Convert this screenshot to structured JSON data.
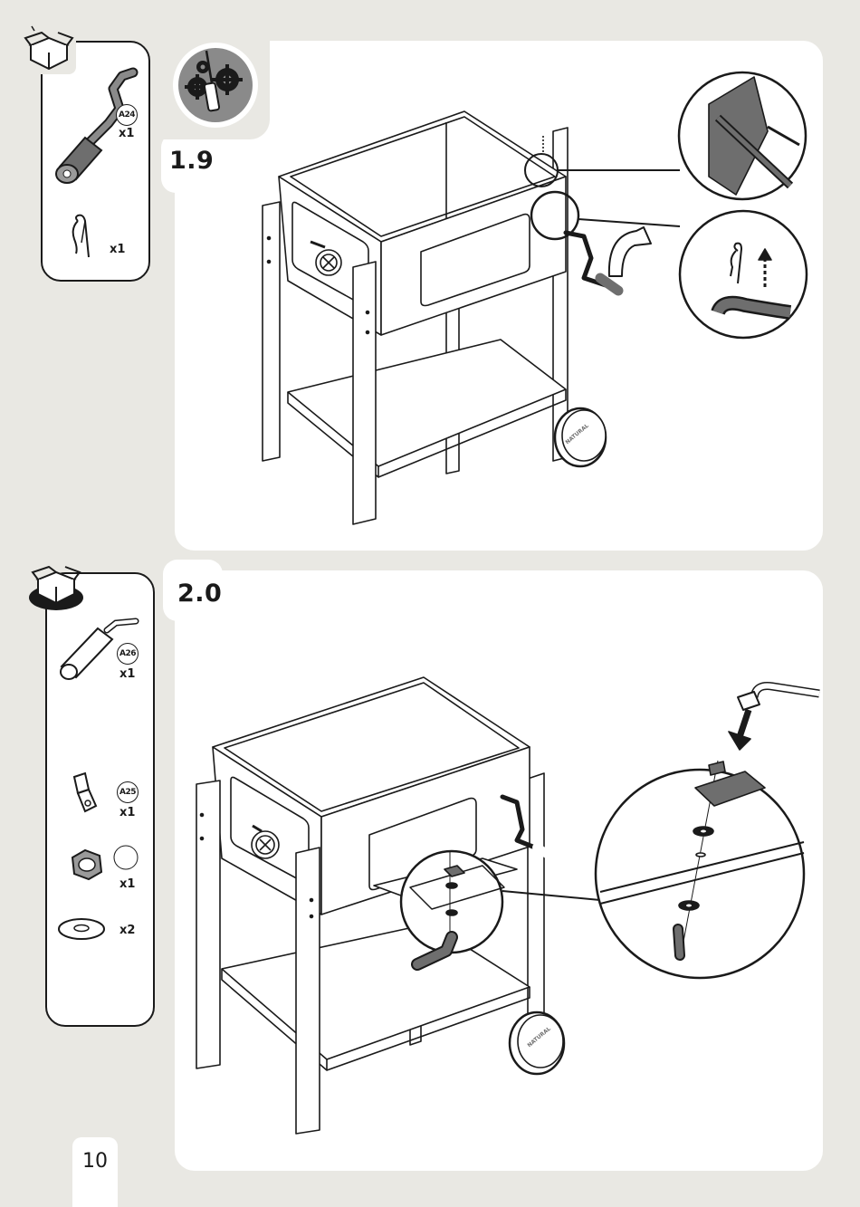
{
  "steps": [
    {
      "label": "1.9",
      "parts": [
        {
          "code": "A24",
          "qty": "x1"
        },
        {
          "code": "",
          "qty": "x1"
        }
      ]
    },
    {
      "label": "2.0",
      "parts": [
        {
          "code": "A26",
          "qty": "x1"
        },
        {
          "code": "A25",
          "qty": "x1"
        },
        {
          "code": "",
          "qty": "x1"
        },
        {
          "code": "",
          "qty": "x2"
        }
      ]
    }
  ],
  "grill_brand": "NATURAL",
  "page_number": "10",
  "colors": {
    "background": "#e9e8e3",
    "panel": "#ffffff",
    "line": "#1a1a1a",
    "part_gray": "#6e6e6e"
  },
  "icons": [
    "open-box-icon",
    "tools-icon",
    "grill-cart-illustration"
  ]
}
